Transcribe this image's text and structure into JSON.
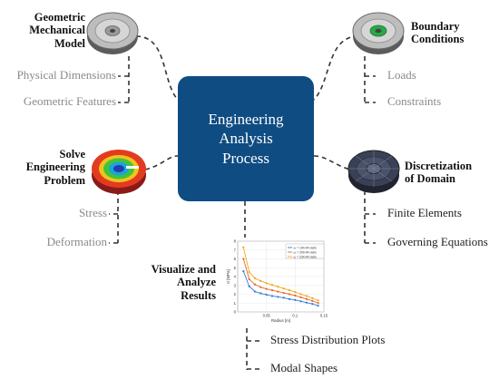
{
  "center": {
    "line1": "Engineering",
    "line2": "Analysis",
    "line3": "Process"
  },
  "top_left": {
    "title_1": "Geometric",
    "title_2": "Mechanical",
    "title_3": "Model",
    "items": [
      "Physical Dimensions",
      "Geometric Features"
    ]
  },
  "top_right": {
    "title_1": "Boundary",
    "title_2": "Conditions",
    "items": [
      "Loads",
      "Constraints"
    ]
  },
  "mid_left": {
    "title_1": "Solve",
    "title_2": "Engineering",
    "title_3": "Problem",
    "items": [
      "Stress",
      "Deformation"
    ]
  },
  "mid_right": {
    "title_1": "Discretization",
    "title_2": "of Domain",
    "items": [
      "Finite Elements",
      "Governing Equations"
    ]
  },
  "bottom": {
    "title_1": "Visualize and",
    "title_2": "Analyze",
    "title_3": "Results",
    "items": [
      "Stress Distribution Plots",
      "Modal Shapes"
    ]
  },
  "colors": {
    "center_box": "#0f4c82",
    "connector": "#333333",
    "gray_text": "#8a8a8a"
  },
  "chart_data": {
    "type": "line",
    "xlabel": "Radius [m]",
    "ylabel": "σ [MPa]",
    "xlim": [
      0,
      0.15
    ],
    "ylim": [
      0,
      8
    ],
    "xticks": [
      "0.05",
      "0.1",
      "0.15"
    ],
    "yticks": [
      "0",
      "1",
      "2",
      "3",
      "4",
      "5",
      "6",
      "7",
      "8"
    ],
    "legend_position": "top-right",
    "series": [
      {
        "name": "ω = 104.44 rad/s",
        "color": "#2e7dd1",
        "x": [
          0.01,
          0.02,
          0.03,
          0.04,
          0.05,
          0.06,
          0.07,
          0.08,
          0.09,
          0.1,
          0.11,
          0.12,
          0.13,
          0.14
        ],
        "values": [
          4.6,
          2.9,
          2.3,
          2.1,
          1.95,
          1.8,
          1.7,
          1.6,
          1.45,
          1.35,
          1.2,
          1.05,
          0.9,
          0.7
        ]
      },
      {
        "name": "ω = 209.44 rad/s",
        "color": "#e8652a",
        "x": [
          0.01,
          0.02,
          0.03,
          0.04,
          0.05,
          0.06,
          0.07,
          0.08,
          0.09,
          0.1,
          0.11,
          0.12,
          0.13,
          0.14
        ],
        "values": [
          6.0,
          3.7,
          3.1,
          2.8,
          2.6,
          2.45,
          2.3,
          2.15,
          2.0,
          1.85,
          1.65,
          1.45,
          1.25,
          1.0
        ]
      },
      {
        "name": "ω = 234.44 rad/s",
        "color": "#f0a81a",
        "x": [
          0.01,
          0.02,
          0.03,
          0.04,
          0.05,
          0.06,
          0.07,
          0.08,
          0.09,
          0.1,
          0.11,
          0.12,
          0.13,
          0.14
        ],
        "values": [
          7.3,
          4.5,
          3.8,
          3.5,
          3.25,
          3.05,
          2.85,
          2.65,
          2.45,
          2.25,
          2.0,
          1.8,
          1.55,
          1.3
        ]
      }
    ]
  }
}
